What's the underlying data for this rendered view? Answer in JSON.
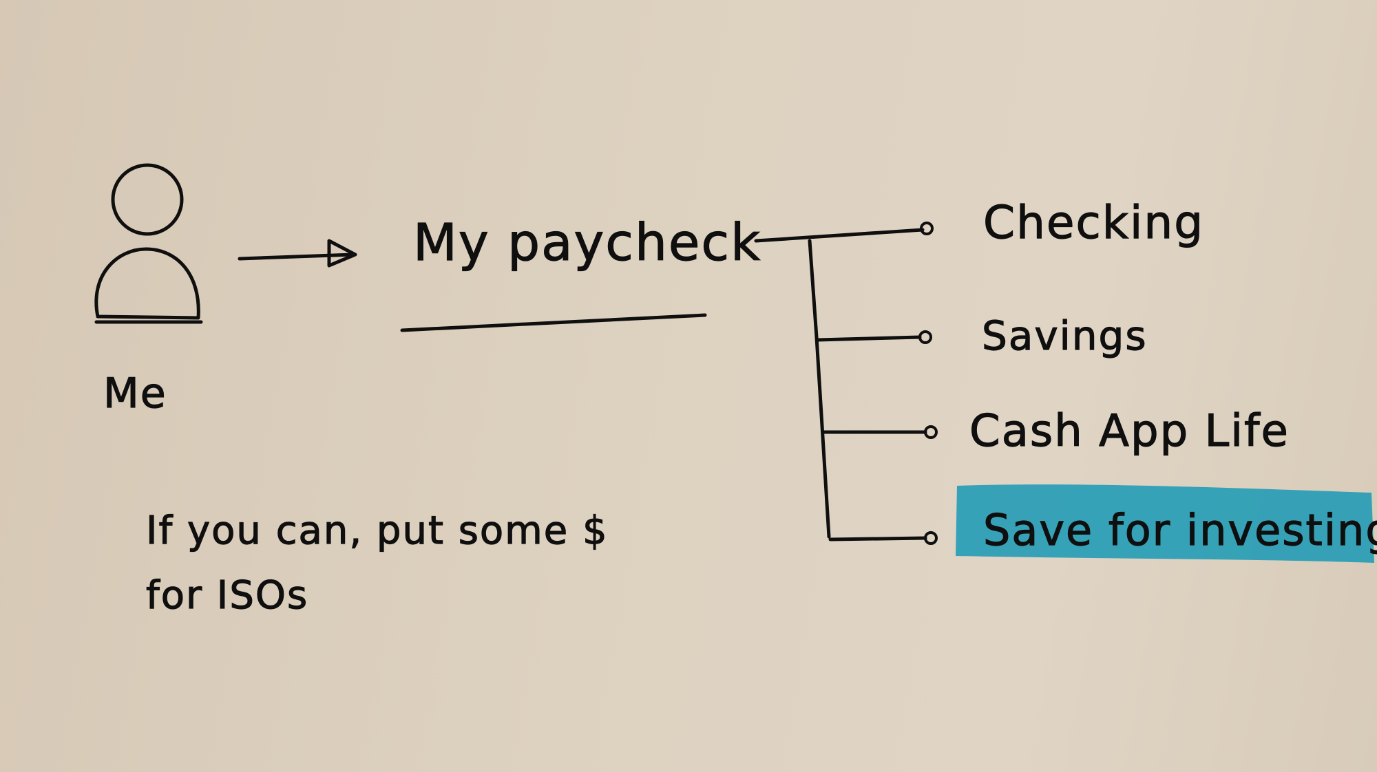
{
  "diagram": {
    "person_label": "Me",
    "source_label": "My paycheck",
    "branches": [
      {
        "label": "Checking",
        "highlighted": false
      },
      {
        "label": "Savings",
        "highlighted": false
      },
      {
        "label": "Cash App Life",
        "highlighted": false
      },
      {
        "label": "Save for investing",
        "highlighted": true
      }
    ],
    "note_line_1": "If you can, put some $",
    "note_line_2": "for ISOs"
  },
  "colors": {
    "paper": "#ddd1c0",
    "ink": "#0f0f0f",
    "highlight": "#1f9bb5"
  }
}
